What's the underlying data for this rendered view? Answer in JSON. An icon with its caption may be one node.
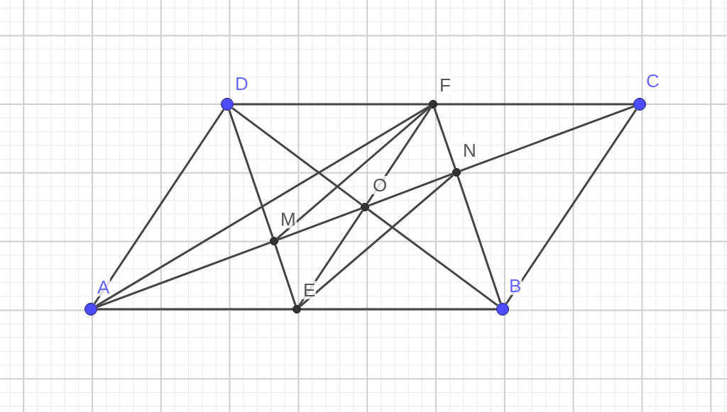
{
  "diagram": {
    "nodes": [
      {
        "text": [],
        "shape": "circle",
        "beside": [
          "D"
        ]
      },
      {
        "text": [],
        "shape": "circle",
        "beside": [
          "F"
        ]
      },
      {
        "text": [],
        "shape": "circle",
        "beside": [
          "C"
        ]
      },
      {
        "text": [],
        "shape": "circle",
        "beside": [
          "N"
        ]
      },
      {
        "text": [],
        "shape": "circle",
        "beside": [
          "O"
        ]
      },
      {
        "text": [],
        "shape": "circle",
        "beside": [
          "M"
        ]
      },
      {
        "text": [],
        "shape": "circle",
        "beside": [
          "A"
        ]
      },
      {
        "text": [],
        "shape": "circle",
        "beside": [
          "E"
        ]
      },
      {
        "text": [],
        "shape": "circle",
        "beside": [
          "B"
        ]
      }
    ],
    "edges": [
      {
        "from": 0,
        "to": 1,
        "arrow": "none"
      },
      {
        "from": 1,
        "to": 2,
        "arrow": "none"
      },
      {
        "from": 0,
        "to": 6,
        "arrow": "none"
      },
      {
        "from": 0,
        "to": 5,
        "arrow": "none"
      },
      {
        "from": 5,
        "to": 7,
        "arrow": "none"
      },
      {
        "from": 0,
        "to": 4,
        "arrow": "none"
      },
      {
        "from": 4,
        "to": 8,
        "arrow": "none"
      },
      {
        "from": 1,
        "to": 6,
        "arrow": "none"
      },
      {
        "from": 1,
        "to": 5,
        "arrow": "none"
      },
      {
        "from": 1,
        "to": 4,
        "arrow": "none"
      },
      {
        "from": 4,
        "to": 7,
        "arrow": "none"
      },
      {
        "from": 1,
        "to": 3,
        "arrow": "none"
      },
      {
        "from": 3,
        "to": 8,
        "arrow": "none"
      },
      {
        "from": 2,
        "to": 3,
        "arrow": "none"
      },
      {
        "from": 3,
        "to": 4,
        "arrow": "none"
      },
      {
        "from": 4,
        "to": 5,
        "arrow": "none"
      },
      {
        "from": 5,
        "to": 6,
        "arrow": "none"
      },
      {
        "from": 2,
        "to": 8,
        "arrow": "none"
      },
      {
        "from": 6,
        "to": 7,
        "arrow": "none"
      },
      {
        "from": 7,
        "to": 8,
        "arrow": "none"
      },
      {
        "from": 7,
        "to": 3,
        "arrow": "none"
      }
    ]
  }
}
